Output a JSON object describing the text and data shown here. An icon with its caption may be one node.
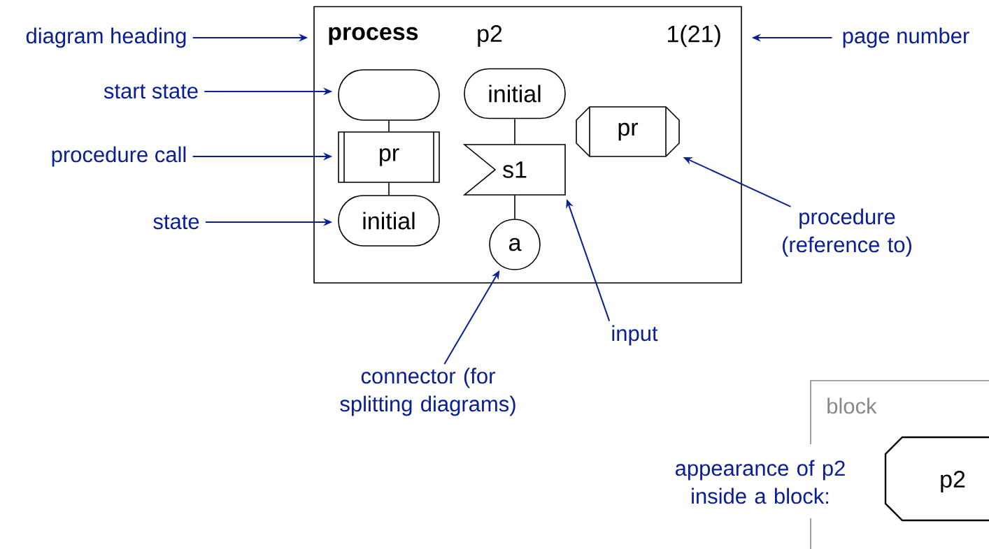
{
  "diagram": {
    "nodes": [
      {
        "text": [
          "process",
          "p2",
          "1(21)"
        ]
      },
      {
        "text": [],
        "shape": "box",
        "in": 0
      },
      {
        "text": [
          "pr"
        ],
        "in": 0
      },
      {
        "text": [
          "initial"
        ],
        "in": 0
      },
      {
        "text": [
          "initial"
        ],
        "in": 0
      },
      {
        "text": [
          "s1"
        ],
        "in": 0
      },
      {
        "text": [
          "a"
        ],
        "in": 0
      },
      {
        "text": [
          "pr"
        ],
        "in": 0
      },
      {
        "text": [
          "diagram heading"
        ]
      },
      {
        "text": [
          "start state"
        ]
      },
      {
        "text": [
          "procedure call"
        ]
      },
      {
        "text": [
          "state"
        ]
      },
      {
        "text": [
          "procedure (reference to)"
        ]
      },
      {
        "text": [
          "connector (for splitting diagrams)"
        ]
      },
      {
        "text": [
          "input"
        ]
      },
      {
        "text": [
          "page number"
        ]
      },
      {
        "text": [
          "block"
        ]
      },
      {
        "text": [
          "p2"
        ],
        "in": 16
      }
    ],
    "edges": [
      {
        "from": 1,
        "to": 2,
        "arrow": "none",
        "color": "#000000"
      },
      {
        "from": 2,
        "to": 3,
        "arrow": "none",
        "color": "#000000"
      },
      {
        "from": 4,
        "to": 5,
        "arrow": "none",
        "color": "#000000"
      },
      {
        "from": 5,
        "to": 6,
        "arrow": "none",
        "color": "#000000"
      },
      {
        "from": 8,
        "to": 0,
        "arrow": "to"
      },
      {
        "from": 9,
        "to": 1,
        "arrow": "to"
      },
      {
        "from": 10,
        "to": 2,
        "arrow": "to"
      },
      {
        "from": 11,
        "to": 3,
        "arrow": "to"
      },
      {
        "from": 12,
        "to": 7,
        "arrow": "to"
      },
      {
        "from": 13,
        "to": 6,
        "arrow": "to"
      },
      {
        "from": 14,
        "to": 5,
        "arrow": "to"
      },
      {
        "from": 15,
        "to": 0,
        "arrow": "to"
      }
    ],
    "labels": [
      "appearance of p2 inside a block:"
    ]
  }
}
